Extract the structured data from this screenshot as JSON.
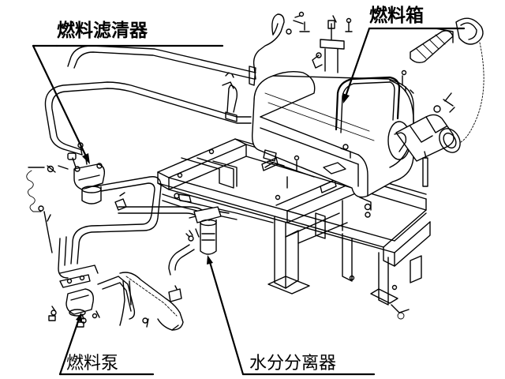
{
  "diagram": {
    "labels": {
      "fuel_filter": "燃料滤清器",
      "fuel_tank": "燃料箱",
      "fuel_pump": "燃料泵",
      "water_separator": "水分分离器"
    },
    "colors": {
      "line": "#000000",
      "background": "#ffffff"
    }
  }
}
